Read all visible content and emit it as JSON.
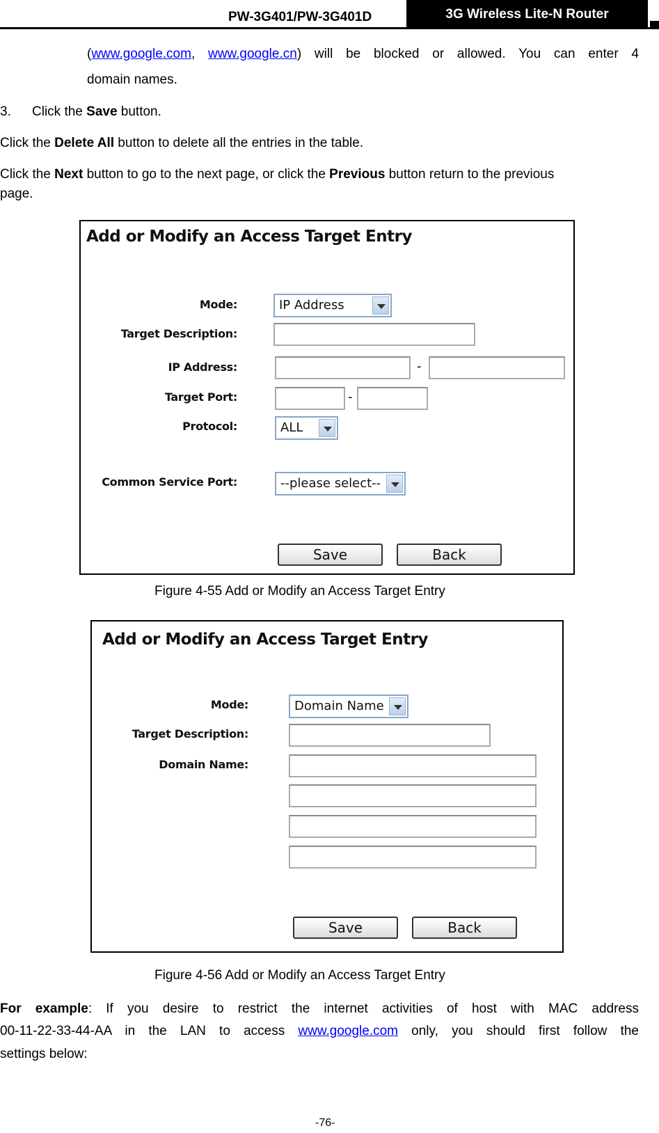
{
  "header": {
    "model": "PW-3G401/PW-3G401D",
    "product": "3G Wireless Lite-N Router"
  },
  "intro": {
    "open_paren": "(",
    "link1": "www.google.com",
    "comma": ",",
    "link2": "www.google.cn",
    "line1_rest": ") will be blocked or allowed. You can enter 4",
    "line2": "domain names."
  },
  "steps": {
    "step3_num": "3.",
    "step3_pre": "Click the ",
    "step3_bold": "Save",
    "step3_post": " button."
  },
  "para_delete": {
    "pre": "Click the ",
    "bold": "Delete All",
    "post": " button to delete all the entries in the table."
  },
  "para_next": {
    "pre": "Click the ",
    "bold1": "Next",
    "mid": " button to go to the next page, or click the ",
    "bold2": "Previous",
    "post": " button return to the previous",
    "line2": "page."
  },
  "figure1": {
    "title": "Add or Modify an Access Target Entry",
    "mode_label": "Mode:",
    "mode_value": "IP Address",
    "desc_label": "Target Description:",
    "ip_label": "IP Address:",
    "port_label": "Target Port:",
    "protocol_label": "Protocol:",
    "protocol_value": "ALL",
    "common_label": "Common Service Port:",
    "common_value": "--please select--",
    "dash": "-",
    "save": "Save",
    "back": "Back",
    "caption": "Figure 4-55    Add or Modify an Access Target Entry"
  },
  "figure2": {
    "title": "Add or Modify an Access Target Entry",
    "mode_label": "Mode:",
    "mode_value": "Domain Name",
    "desc_label": "Target Description:",
    "domain_label": "Domain Name:",
    "save": "Save",
    "back": "Back",
    "caption": "Figure 4-56    Add or Modify an Access Target Entry"
  },
  "example": {
    "bold": "For example",
    "line1_rest": ": If you desire to restrict the internet activities of host with MAC address",
    "line2_pre": "00-11-22-33-44-AA in the LAN to access ",
    "link": "www.google.com",
    "line2_post": " only, you should first follow the",
    "line3": "settings below:"
  },
  "footer": {
    "page": "-76-"
  }
}
